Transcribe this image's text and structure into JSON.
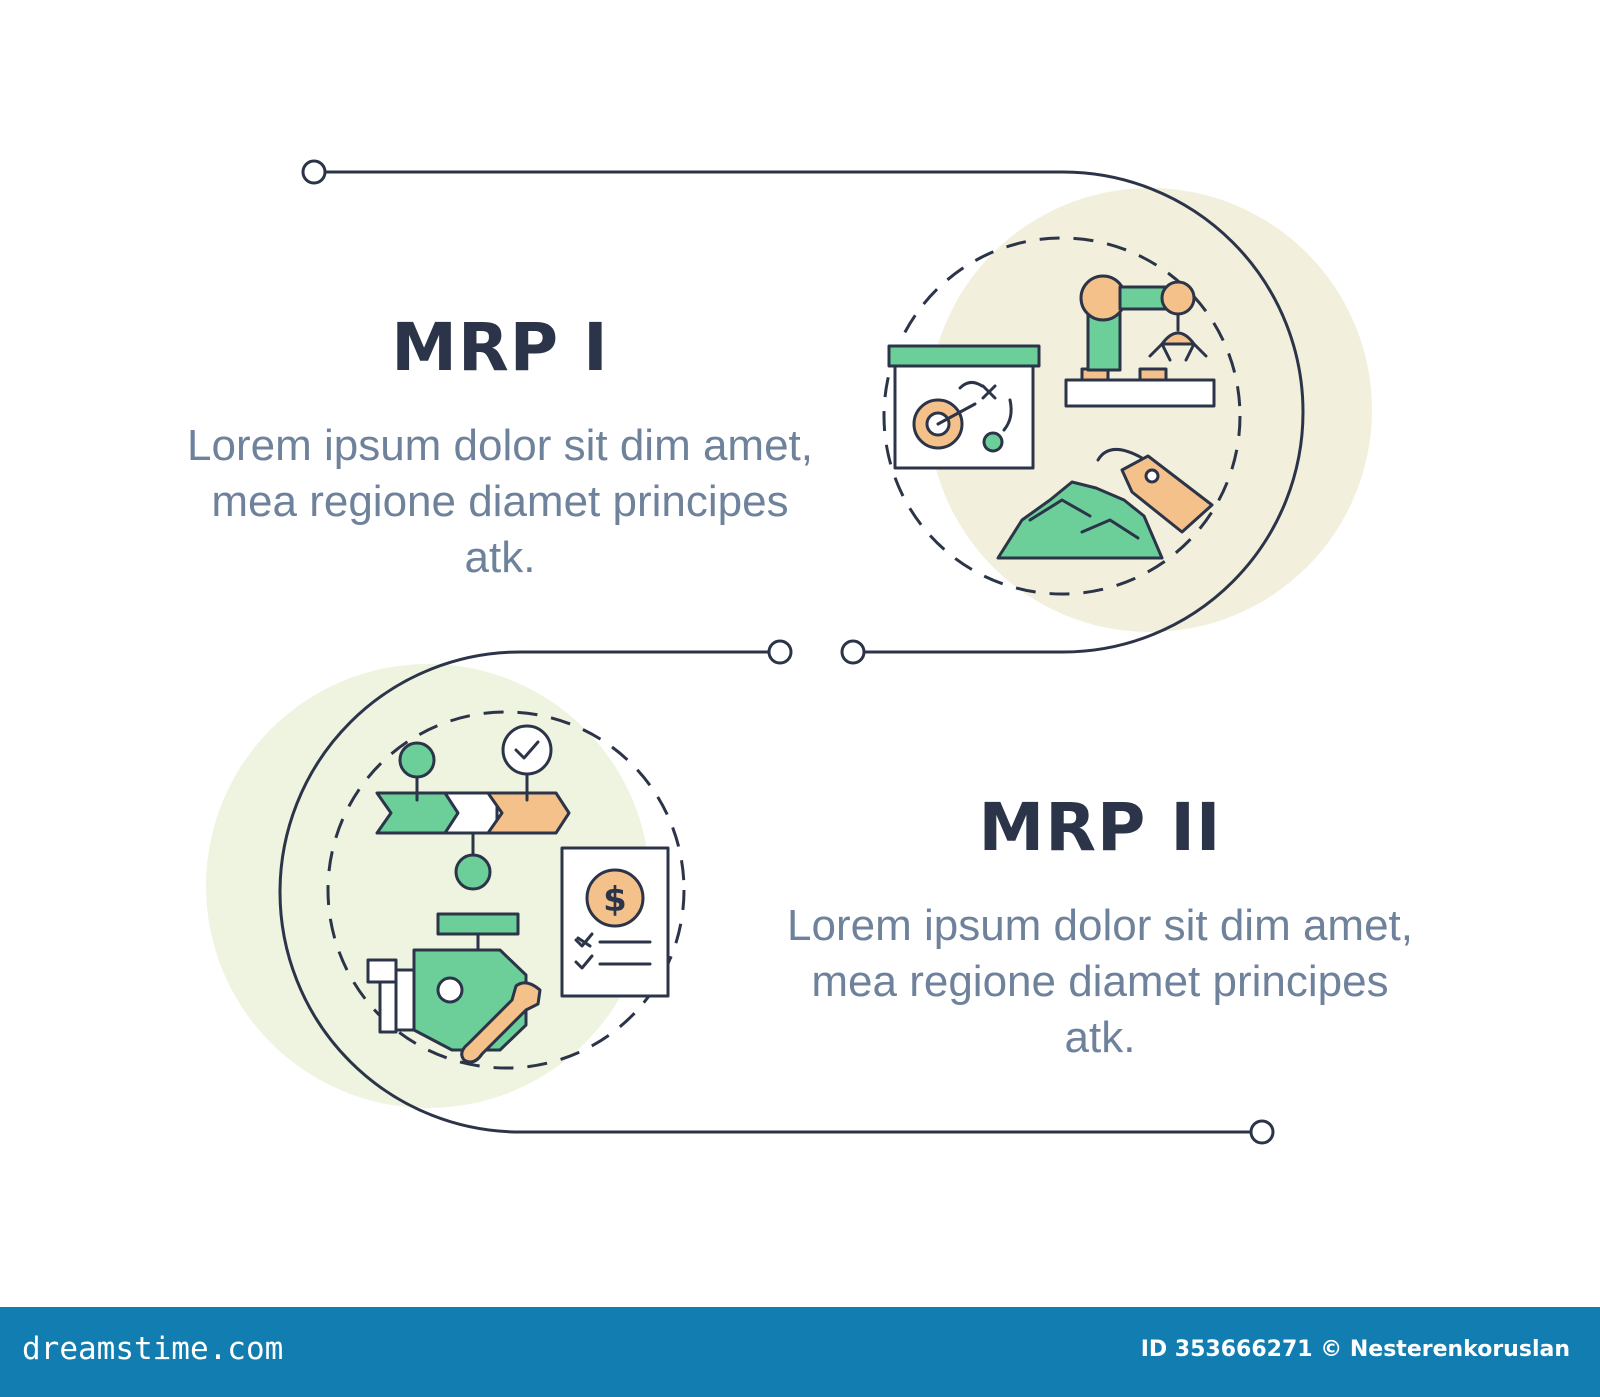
{
  "colors": {
    "background": "#ffffff",
    "line": "#2b3448",
    "green": "#6ccf99",
    "orange": "#f4c18a",
    "beige_blob": "#f2f0dc",
    "green_blob": "#eef4df",
    "title": "#2b3448",
    "text": "#6f829c",
    "footer": "#127db0"
  },
  "steps": [
    {
      "title": "MRP I",
      "description": "Lorem ipsum dolor sit dim amet, mea regione diamet principes atk.",
      "icon": "factory-robot-arm-strategy-raw-material-icon"
    },
    {
      "title": "MRP II",
      "description": "Lorem ipsum dolor sit dim amet, mea regione diamet principes atk.",
      "icon": "process-flow-engine-cost-document-icon"
    }
  ],
  "footer": {
    "site": "dreamstime.com",
    "credit": "ID 353666271 © Nesterenkoruslan"
  }
}
